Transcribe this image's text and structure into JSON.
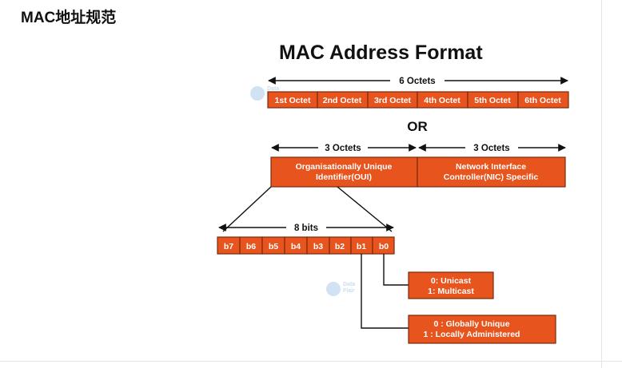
{
  "page": {
    "heading": "MAC地址规范"
  },
  "diagram": {
    "title": "MAC Address Format",
    "six_octets_label": "6 Octets",
    "octets": [
      "1st Octet",
      "2nd Octet",
      "3rd Octet",
      "4th Octet",
      "5th Octet",
      "6th Octet"
    ],
    "or_label": "OR",
    "half_labels": [
      "3 Octets",
      "3 Octets"
    ],
    "oui": {
      "line1": "Organisationally Unique",
      "line2": "Identifier(OUI)"
    },
    "nic": {
      "line1": "Network Interface",
      "line2": "Controller(NIC) Specific"
    },
    "bits_label": "8 bits",
    "bits": [
      "b7",
      "b6",
      "b5",
      "b4",
      "b3",
      "b2",
      "b1",
      "b0"
    ],
    "b0_meaning": {
      "line1": "0: Unicast",
      "line2": "1: Multicast"
    },
    "b1_meaning": {
      "line1": "0 : Globally Unique",
      "line2": "1 : Locally Administered"
    }
  },
  "colors": {
    "box_fill": "#e8541d",
    "box_border": "#7a2a0c",
    "text": "#111111"
  },
  "icons": [
    "arrow-left-icon",
    "arrow-right-icon",
    "watermark-logo"
  ]
}
